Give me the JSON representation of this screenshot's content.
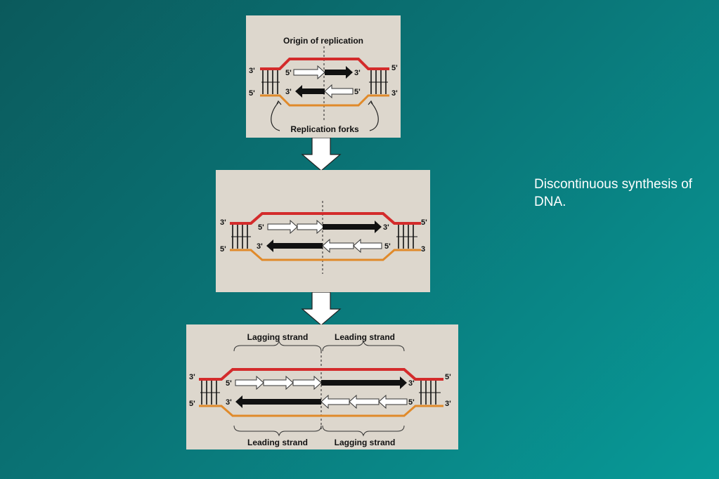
{
  "caption": "Discontinuous synthesis of DNA.",
  "panel1": {
    "title": "Origin of replication",
    "subtitle": "Replication forks",
    "labels": {
      "top_left": "3'",
      "top_right": "5'",
      "bot_left": "5'",
      "bot_right": "3'",
      "top_inner_left": "5'",
      "top_inner_right": "3'",
      "bot_inner_left": "3'",
      "bot_inner_right": "5'"
    }
  },
  "panel2": {
    "labels": {
      "top_left": "3'",
      "top_right": "5'",
      "bot_left": "5'",
      "bot_right": "3",
      "top_inner_left": "5'",
      "top_inner_right": "3'",
      "bot_inner_left": "3'",
      "bot_inner_right": "5'"
    }
  },
  "panel3": {
    "top_left_brace": "Lagging strand",
    "top_right_brace": "Leading strand",
    "bot_left_brace": "Leading strand",
    "bot_right_brace": "Lagging strand",
    "labels": {
      "top_left": "3'",
      "top_right": "5'",
      "bot_left": "5'",
      "bot_right": "3'",
      "top_inner_left": "5'",
      "top_inner_right": "3'",
      "bot_inner_left": "3'",
      "bot_inner_right": "5'"
    }
  },
  "colors": {
    "parental_top": "#d32b2b",
    "parental_bottom": "#e08a2a",
    "panel_bg": "#ddd7cd"
  }
}
